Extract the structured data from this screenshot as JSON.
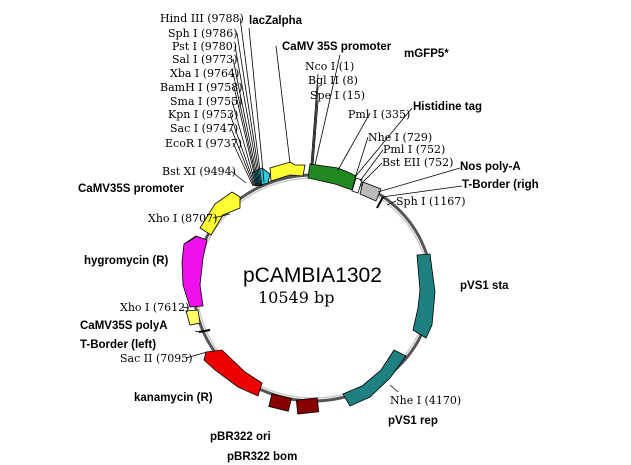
{
  "plasmid": {
    "name": "pCAMBIA1302",
    "size_label": "10549 bp",
    "total_bp": 10549
  },
  "restriction_sites": [
    {
      "enzyme": "Hind III",
      "pos": 9788,
      "label": "Hind III (9788)"
    },
    {
      "enzyme": "Sph I",
      "pos": 9786,
      "label": "Sph I (9786)"
    },
    {
      "enzyme": "Pst I",
      "pos": 9780,
      "label": "Pst I (9780)"
    },
    {
      "enzyme": "Sal I",
      "pos": 9773,
      "label": "Sal I (9773)"
    },
    {
      "enzyme": "Xba I",
      "pos": 9764,
      "label": "Xba I (9764)"
    },
    {
      "enzyme": "BamH I",
      "pos": 9758,
      "label": "BamH I (9758)"
    },
    {
      "enzyme": "Sma I",
      "pos": 9755,
      "label": "Sma I (9755)"
    },
    {
      "enzyme": "Kpn I",
      "pos": 9753,
      "label": "Kpn I (9753)"
    },
    {
      "enzyme": "Sac I",
      "pos": 9747,
      "label": "Sac I (9747)"
    },
    {
      "enzyme": "EcoR I",
      "pos": 9737,
      "label": "EcoR I (9737)"
    },
    {
      "enzyme": "Bst XI",
      "pos": 9494,
      "label": "Bst XI (9494)"
    },
    {
      "enzyme": "Xho I",
      "pos": 8707,
      "label": "Xho I (8707)"
    },
    {
      "enzyme": "Xho I",
      "pos": 7612,
      "label": "Xho I (7612)"
    },
    {
      "enzyme": "Sac II",
      "pos": 7095,
      "label": "Sac II (7095)"
    },
    {
      "enzyme": "Nhe I",
      "pos": 4170,
      "label": "Nhe I (4170)"
    },
    {
      "enzyme": "Nco I",
      "pos": 1,
      "label": "Nco I (1)"
    },
    {
      "enzyme": "Bgl II",
      "pos": 8,
      "label": "Bgl II (8)"
    },
    {
      "enzyme": "Spe I",
      "pos": 15,
      "label": "Spe I (15)"
    },
    {
      "enzyme": "Pml I",
      "pos": 335,
      "label": "Pml I (335)"
    },
    {
      "enzyme": "Nhe I",
      "pos": 729,
      "label": "Nhe I (729)"
    },
    {
      "enzyme": "Pml I",
      "pos": 752,
      "label": "Pml I (752)"
    },
    {
      "enzyme": "Bst EII",
      "pos": 752,
      "label": "Bst EII (752)"
    },
    {
      "enzyme": "Sph I",
      "pos": 1167,
      "label": "Sph I (1167)"
    }
  ],
  "features": [
    {
      "name": "lacZalpha",
      "color": "#33ccdd"
    },
    {
      "name": "CaMV 35S promoter",
      "color": "#ffff33"
    },
    {
      "name": "mGFP5*",
      "color": "#228822"
    },
    {
      "name": "Histidine tag",
      "color": "#ffffff"
    },
    {
      "name": "Nos poly-A",
      "color": "#bbbbbb"
    },
    {
      "name": "T-Border (right)",
      "label": "T-Border (righ",
      "color": "#ffffff"
    },
    {
      "name": "pVS1 sta",
      "color": "#1e8080"
    },
    {
      "name": "pVS1 rep",
      "color": "#1e8080"
    },
    {
      "name": "pBR322 bom",
      "color": "#880000"
    },
    {
      "name": "pBR322 ori",
      "color": "#880000"
    },
    {
      "name": "kanamycin (R)",
      "color": "#ee0000"
    },
    {
      "name": "T-Border (left)",
      "color": "#ffffff"
    },
    {
      "name": "CaMV35S polyA",
      "color": "#ffff66"
    },
    {
      "name": "hygromycin (R)",
      "color": "#ee11ee"
    },
    {
      "name": "CaMV35S promoter",
      "color": "#ffff33"
    }
  ]
}
